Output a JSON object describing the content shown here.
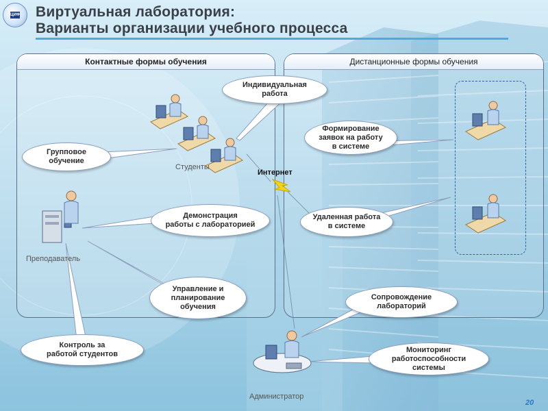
{
  "header": {
    "title_line1": "Виртуальная лаборатория:",
    "title_line2": "Варианты организации учебного процесса",
    "logo_text": "ЦИФ"
  },
  "panels": {
    "left_title": "Контактные формы обучения",
    "right_title": "Дистанционные формы обучения"
  },
  "callouts": {
    "individual": "Индивидуальная\nработа",
    "group": "Групповое\nобучение",
    "demo": "Демонстрация\nработы с лабораторией",
    "management": "Управление и\nпланирование\nобучения",
    "control": "Контроль за\nработой студентов",
    "requests": "Формирование\nзаявок на работу\nв системе",
    "remote": "Удаленная работа\nв системе",
    "support": "Сопровождение\nлабораторий",
    "monitoring": "Мониторинг\nработоспособности\nсистемы"
  },
  "labels": {
    "students": "Студенты",
    "teacher": "Преподаватель",
    "admin": "Администратор",
    "internet": "Интернет"
  },
  "page_number": "20",
  "colors": {
    "title_rule": "#4ea9dc",
    "panel_border": "#5c6f8a",
    "dash_border": "#2e5fa8",
    "bolt": "#f4d31c"
  }
}
